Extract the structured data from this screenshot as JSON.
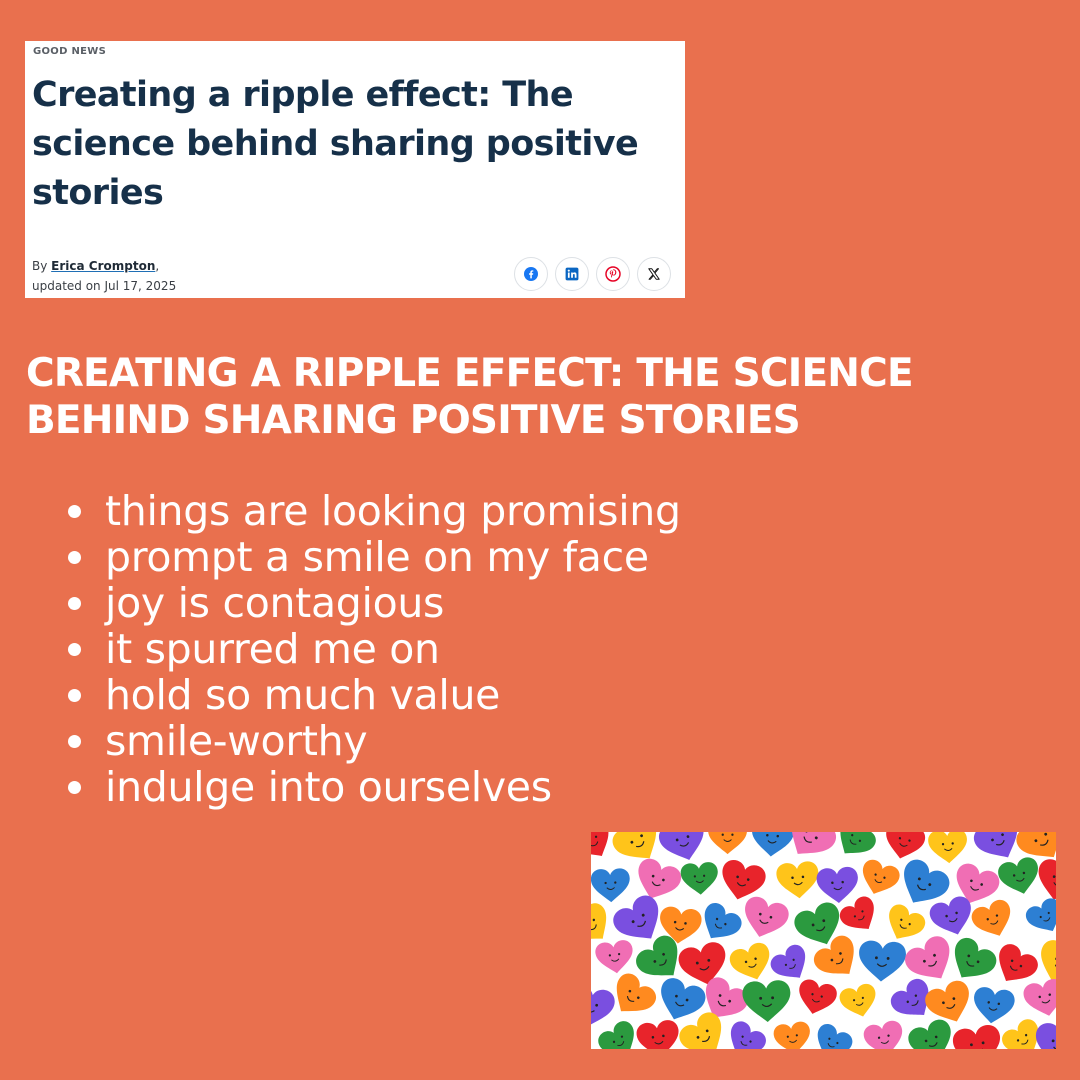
{
  "article": {
    "kicker": "GOOD NEWS",
    "headline": "Creating a ripple effect: The science behind sharing positive stories",
    "byline_prefix": "By ",
    "author": "Erica Crompton",
    "byline_comma": ",",
    "updated": "updated on Jul 17, 2025",
    "share": [
      {
        "icon": "facebook-icon",
        "color": "#1877F2"
      },
      {
        "icon": "linkedin-icon",
        "color": "#0A66C2"
      },
      {
        "icon": "pinterest-icon",
        "color": "#E60023"
      },
      {
        "icon": "x-icon",
        "color": "#111111"
      }
    ]
  },
  "heading": "CREATING A RIPPLE EFFECT: THE SCIENCE BEHIND SHARING POSITIVE STORIES",
  "bullets": [
    "things are looking promising",
    "prompt a smile on my face",
    "joy is contagious",
    "it spurred me on",
    "hold so much value",
    "smile-worthy",
    "indulge into ourselves"
  ],
  "colors": {
    "background": "#E9704E",
    "headline": "#163049",
    "hearts": [
      "#E8242B",
      "#F06EB4",
      "#FF8A1F",
      "#FFC41A",
      "#2B9A3F",
      "#2D7FD3",
      "#7A4FE0"
    ]
  }
}
